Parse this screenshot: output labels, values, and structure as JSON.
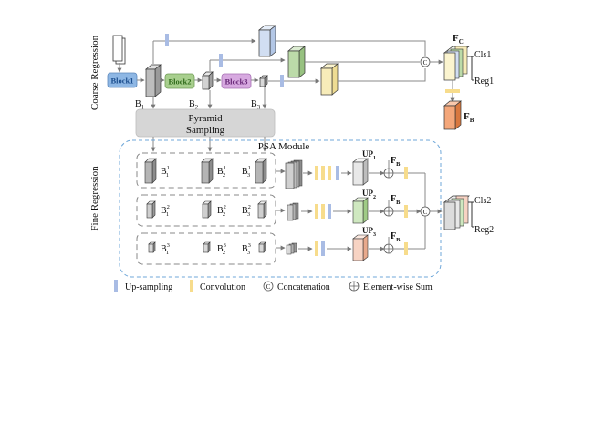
{
  "sections": {
    "coarse": "Coarse Regression",
    "fine": "Fine Regression"
  },
  "blocks": {
    "block1": "Block1",
    "block2": "Block2",
    "block3": "Block3",
    "b1": "B",
    "b1_sub": "1",
    "b2": "B",
    "b2_sub": "2",
    "b3": "B",
    "b3_sub": "3"
  },
  "pyramid": {
    "line1": "Pyramid",
    "line2": "Sampling"
  },
  "psa": {
    "title": "PSA Module"
  },
  "fc": {
    "main": "F",
    "sub": "C"
  },
  "fb": {
    "main": "F",
    "sub": "B"
  },
  "outputs": {
    "cls1": "Cls1",
    "reg1": "Reg1",
    "cls2": "Cls2",
    "reg2": "Reg2"
  },
  "up": {
    "u1": "UP",
    "u1_sub": "1",
    "u2": "UP",
    "u2_sub": "2",
    "u3": "UP",
    "u3_sub": "3"
  },
  "rows": [
    {
      "b1": "B",
      "b1_sub": "1",
      "b1_sup": "1",
      "b2": "B",
      "b2_sub": "2",
      "b2_sup": "1",
      "b3": "B",
      "b3_sub": "3",
      "b3_sup": "1"
    },
    {
      "b1": "B",
      "b1_sub": "1",
      "b1_sup": "2",
      "b2": "B",
      "b2_sub": "2",
      "b2_sup": "2",
      "b3": "B",
      "b3_sub": "3",
      "b3_sup": "2"
    },
    {
      "b1": "B",
      "b1_sub": "1",
      "b1_sup": "3",
      "b2": "B",
      "b2_sub": "2",
      "b2_sup": "3",
      "b3": "B",
      "b3_sub": "3",
      "b3_sup": "3"
    }
  ],
  "legend": {
    "upsampling": "Up-sampling",
    "convolution": "Convolution",
    "concat_symbol": "C",
    "concatenation": "Concatenation",
    "sum_symbol": "+",
    "element_sum": "Element-wise Sum"
  },
  "colors": {
    "upsample": "#a9bce4",
    "conv": "#f7dc8c",
    "block1": "#8eb7e4",
    "block2": "#a8cf8e",
    "block3": "#d7a9e0",
    "pyramid": "#d6d6d6",
    "fb_box": "#f4a77a",
    "up1": "#e8e8e8",
    "up2": "#cfe8c0",
    "up3": "#f7d3c3",
    "psa_border": "#6fa7d9"
  }
}
